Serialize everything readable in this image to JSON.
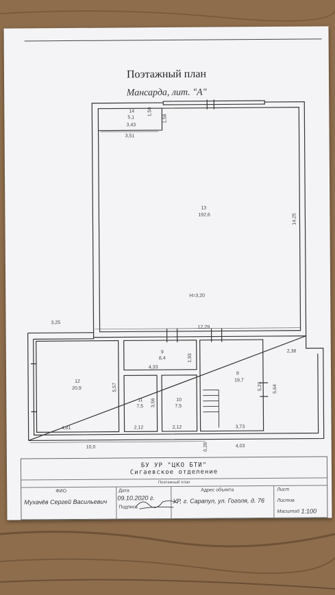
{
  "title": "Поэтажный план",
  "subtitle": "Мансарда, лит. \"А\"",
  "rooms": [
    {
      "id": "14",
      "area": "5,1"
    },
    {
      "id": "13",
      "area": "192,6"
    },
    {
      "id": "12",
      "area": "20,9"
    },
    {
      "id": "9",
      "area": "8,4"
    },
    {
      "id": "11",
      "area": "7,5"
    },
    {
      "id": "10",
      "area": "7,5"
    },
    {
      "id": "8",
      "area": "19,7"
    }
  ],
  "height_label": "H=3,20",
  "dimensions": {
    "d_3_43": "3,43",
    "d_1_50": "1,50",
    "d_1_58": "1,58",
    "d_3_51": "3,51",
    "d_14_25": "14,25",
    "d_3_25": "3,25",
    "d_12_29": "12,29",
    "d_2_38": "2,38",
    "d_4_33": "4,33",
    "d_1_93": "1,93",
    "d_5_57": "5,57",
    "d_3_56": "3,56",
    "d_5_29": "5,29",
    "d_5_64": "5,64",
    "d_4_81": "4,81",
    "d_2_12a": "2,12",
    "d_2_12b": "2,12",
    "d_3_73": "3,73",
    "d_10_0": "10,0",
    "d_0_28": "0,28",
    "d_4_03": "4,03"
  },
  "stamp": {
    "org": "БУ УР \"ЦКО БТИ\"",
    "dept": "Сигаевское отделение",
    "plan_type": "Поэтажный план",
    "fio_header": "ФИО",
    "fio_value": "Мухачёв Сергей Васильевич",
    "date_header": "Дата",
    "date_value": "09.10.2020 г.",
    "sign_header": "Подпись",
    "address_header": "Адрес объекта",
    "address_value": "УР, г. Сарапул, ул. Гоголя, д. 76",
    "sheet_label": "Лист",
    "sheets_label": "Листов",
    "scale_label": "Масштаб",
    "scale_value": "1:100"
  }
}
